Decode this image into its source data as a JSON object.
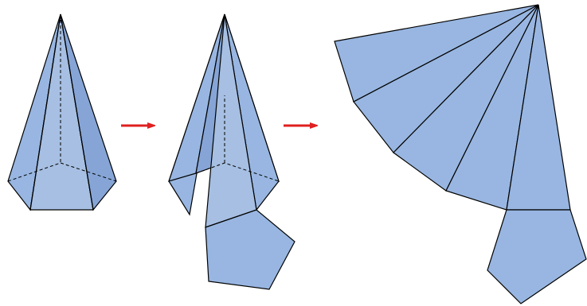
{
  "figure": {
    "stages": [
      "closed-pyramid",
      "partially-unfolded-pyramid",
      "net"
    ],
    "colors": {
      "face_front": "#a6bfe2",
      "face_mid": "#98b6e1",
      "face_dark": "#86a5d6",
      "face_net": "#98b6e1",
      "edge": "#000000",
      "arrow": "#e02020"
    }
  }
}
